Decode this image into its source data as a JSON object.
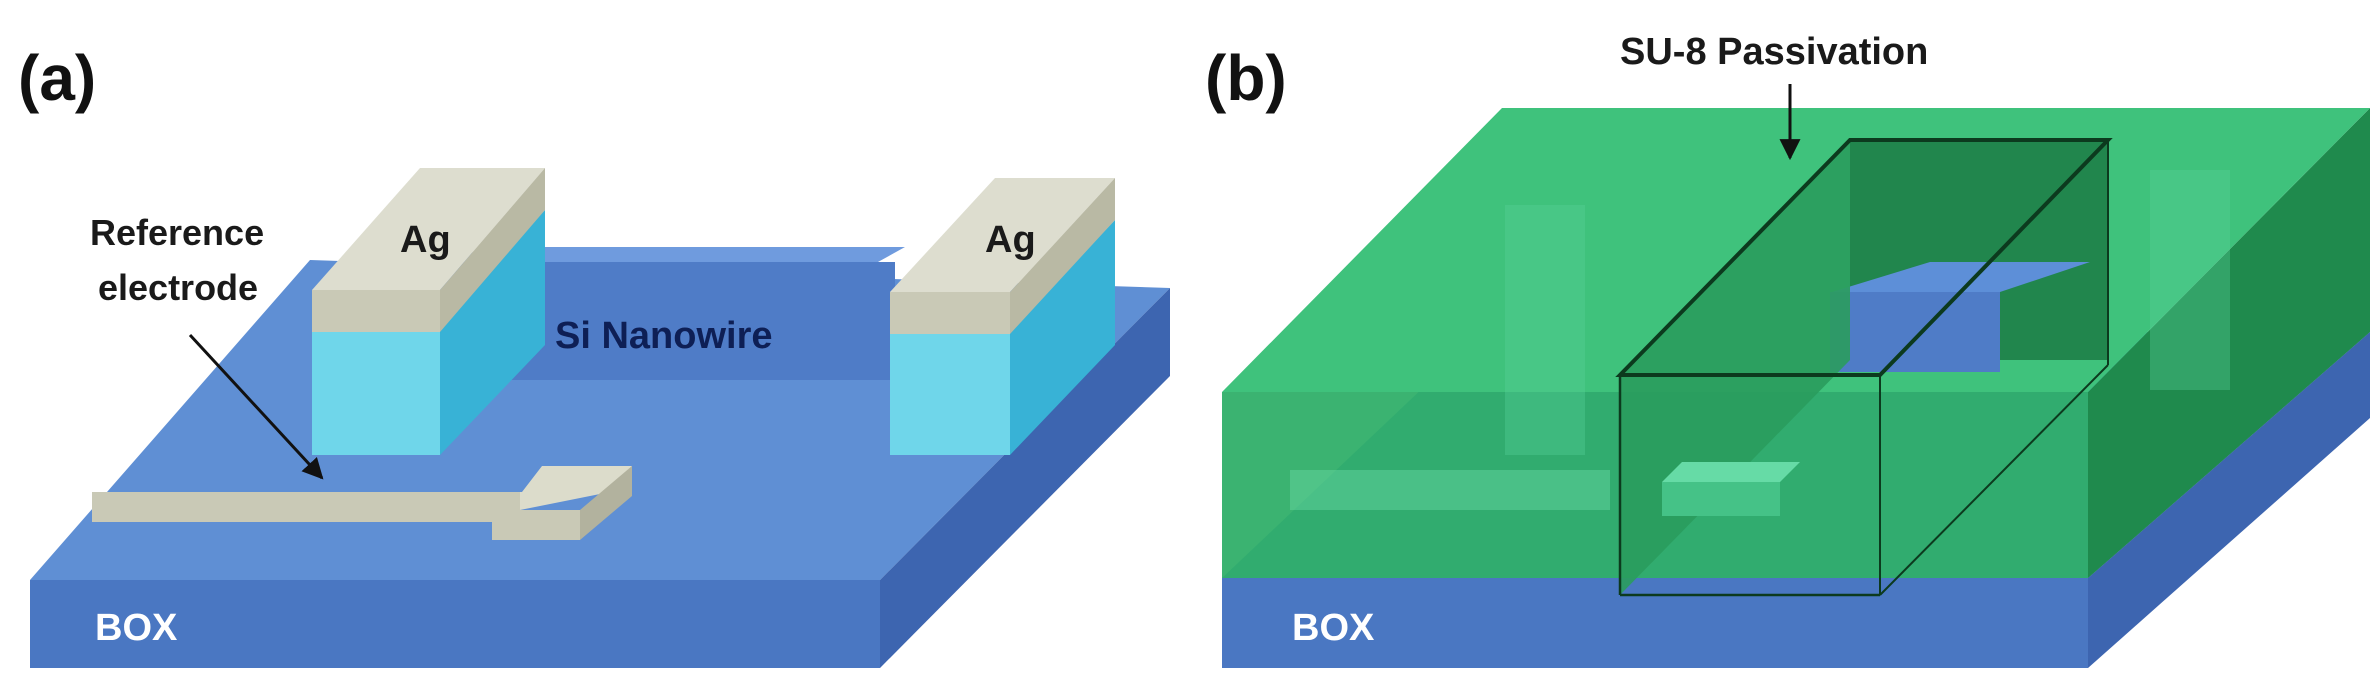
{
  "panels": {
    "a": {
      "label": "(a)",
      "ag_left": "Ag",
      "ag_right": "Ag",
      "reference_line1": "Reference",
      "reference_line2": "electrode",
      "nanowire": "Si Nanowire",
      "box": "BOX"
    },
    "b": {
      "label": "(b)",
      "passivation": "SU-8 Passivation",
      "box": "BOX"
    }
  },
  "colors": {
    "box_top": "#5f8fd4",
    "box_front": "#4a77c2",
    "box_side": "#3d65b0",
    "nanowire": "#4f7cc7",
    "ag_top": "#ddddcf",
    "ag_front": "#c9c9b6",
    "contact_light": "#6fd6ea",
    "contact_dark": "#38b2d6",
    "su8": "#2eab66",
    "su8_light": "#4cc882",
    "su8_dark": "#1e8048"
  }
}
